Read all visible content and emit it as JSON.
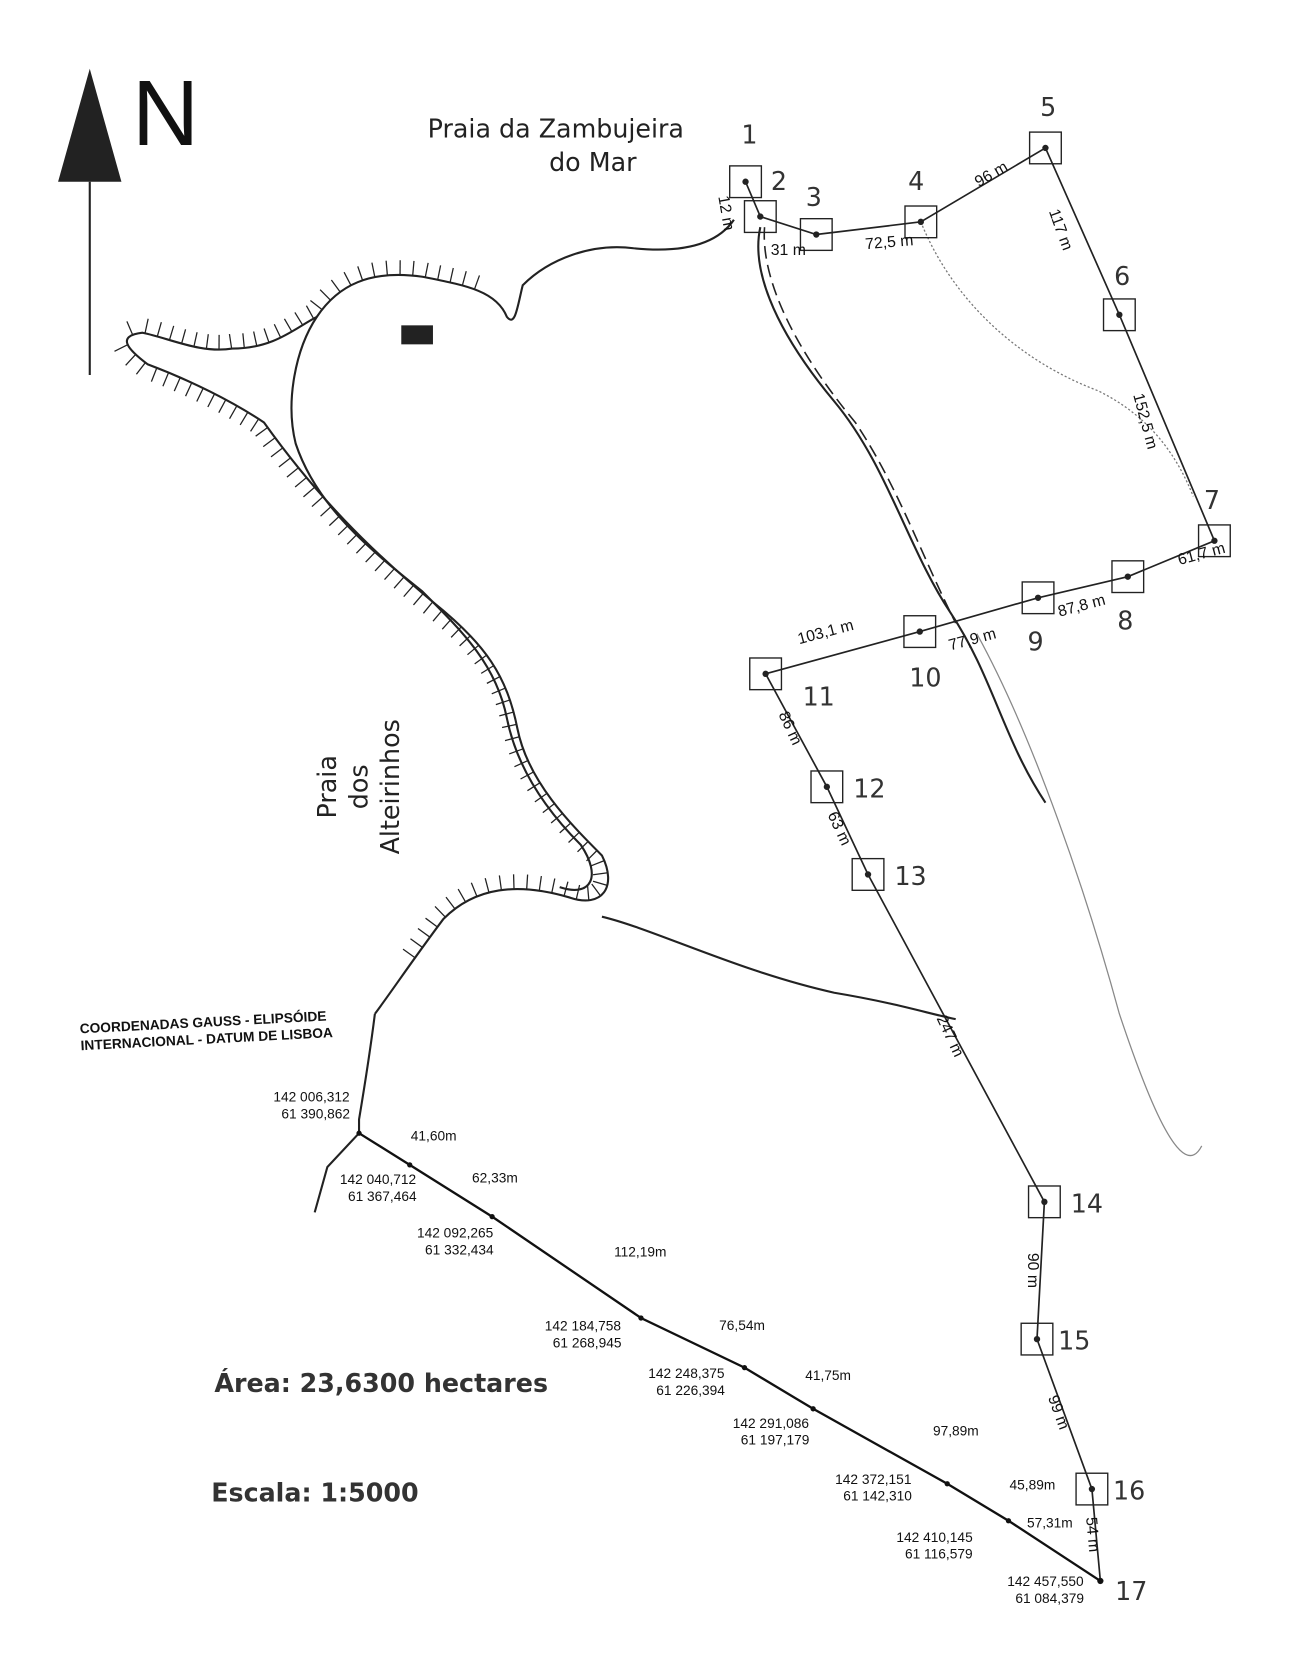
{
  "north": {
    "letter": "N"
  },
  "places": {
    "zambujeira_line1": "Praia da Zambujeira",
    "zambujeira_line2": "do Mar",
    "alteirinhos_line1": "Praia",
    "alteirinhos_line2": "dos",
    "alteirinhos_line3": "Alteirinhos"
  },
  "datum": {
    "line1": "COORDENADAS GAUSS - ELIPSÓIDE",
    "line2": "INTERNACIONAL - DATUM DE LISBOA"
  },
  "area": "Área: 23,6300 hectares",
  "scale": "Escala: 1:5000",
  "markers": [
    "1",
    "2",
    "3",
    "4",
    "5",
    "6",
    "7",
    "8",
    "9",
    "10",
    "11",
    "12",
    "13",
    "14",
    "15",
    "16",
    "17"
  ],
  "segments": [
    "12 m",
    "31 m",
    "72,5 m",
    "96 m",
    "117 m",
    "152,5 m",
    "61,7 m",
    "87,8 m",
    "77,9 m",
    "103,1 m",
    "86 m",
    "63 m",
    "247 m",
    "90 m",
    "99 m",
    "54 m"
  ],
  "boundary_points": [
    {
      "x": "142 006,312",
      "y": "61 390,862"
    },
    {
      "x": "142 040,712",
      "y": "61 367,464"
    },
    {
      "x": "142 092,265",
      "y": "61 332,434"
    },
    {
      "x": "142 184,758",
      "y": "61 268,945"
    },
    {
      "x": "142 248,375",
      "y": "61 226,394"
    },
    {
      "x": "142 291,086",
      "y": "61 197,179"
    },
    {
      "x": "142 372,151",
      "y": "61 142,310"
    },
    {
      "x": "142 410,145",
      "y": "61 116,579"
    },
    {
      "x": "142 457,550",
      "y": "61 084,379"
    }
  ],
  "boundary_lengths": [
    "41,60m",
    "62,33m",
    "112,19m",
    "76,54m",
    "41,75m",
    "97,89m",
    "45,89m",
    "57,31m"
  ]
}
